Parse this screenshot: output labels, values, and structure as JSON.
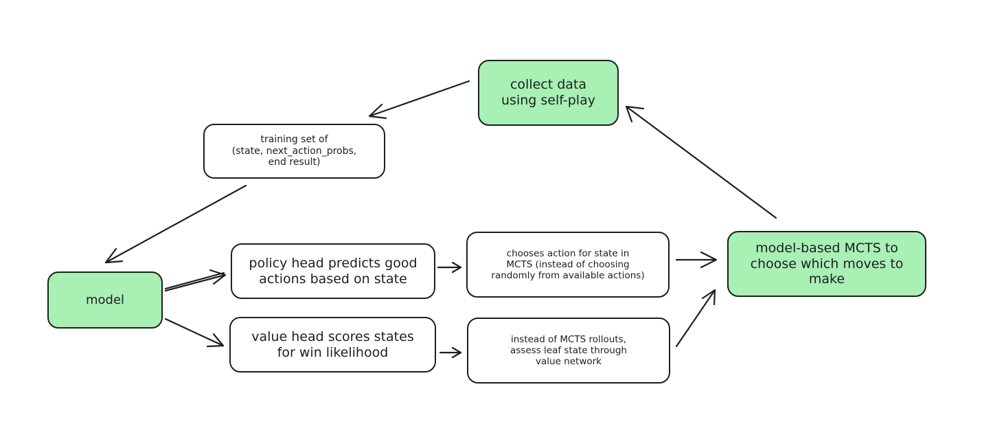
{
  "nodes": {
    "collect": {
      "line1": "collect data",
      "line2": "using self-play",
      "fill": "#a8f0b4"
    },
    "training": {
      "line1": "training set of",
      "line2": "(state, next_action_probs,",
      "line3": "end result)"
    },
    "model": {
      "line1": "model",
      "fill": "#a8f0b4"
    },
    "policy": {
      "line1": "policy head predicts good",
      "line2": "actions based on state"
    },
    "value": {
      "line1": "value head scores states",
      "line2": "for win likelihood"
    },
    "chooses": {
      "line1": "chooses action for state in",
      "line2": "MCTS (instead of choosing",
      "line3": "randomly from available actions)"
    },
    "instead": {
      "line1": "instead of MCTS rollouts,",
      "line2": "assess leaf state through",
      "line3": "value network"
    },
    "mcts": {
      "line1": "model-based MCTS to",
      "line2": "choose which moves to",
      "line3": "make",
      "fill": "#a8f0b4"
    }
  },
  "colors": {
    "stroke": "#1e1e1e",
    "green_fill": "#a8f0b4",
    "white_fill": "#ffffff"
  }
}
